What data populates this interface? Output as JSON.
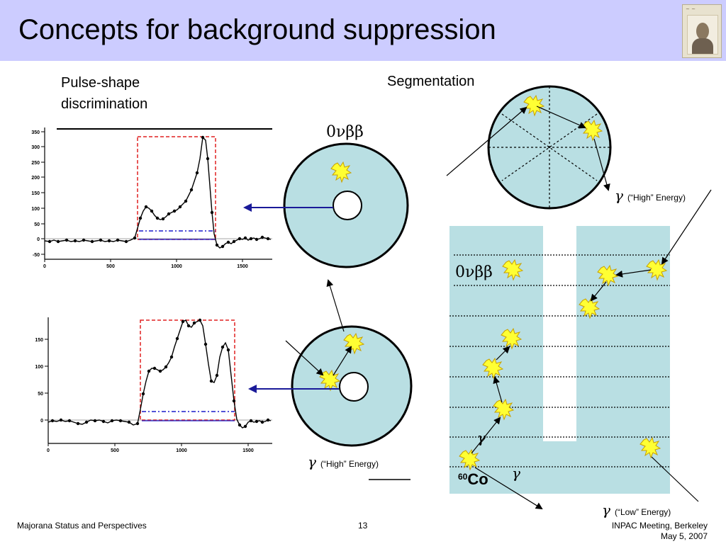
{
  "slide": {
    "title": "Concepts for background suppression"
  },
  "left_section": {
    "label_line1": "Pulse-shape",
    "label_line2": "discrimination",
    "top_plot": {
      "y_ticks": [
        "350",
        "300",
        "250",
        "200",
        "150",
        "100",
        "50",
        "0",
        "-50"
      ],
      "x_ticks": [
        "0",
        "500",
        "1000",
        "1500"
      ]
    },
    "bottom_plot": {
      "y_ticks": [
        "150",
        "100",
        "50",
        "0"
      ],
      "x_ticks": [
        "0",
        "500",
        "1000",
        "1500"
      ]
    }
  },
  "middle_section": {
    "top_detector_label": "0νββ",
    "bottom_gamma_symbol": "γ",
    "bottom_gamma_text": "(“High” Energy)"
  },
  "right_section": {
    "label": "Segmentation",
    "top_gamma_symbol": "γ",
    "top_gamma_text": "(“High” Energy)",
    "stack_label": "0νββ",
    "gamma_a": "γ",
    "gamma_b": "γ",
    "source_mass": "60",
    "source_element": "Co",
    "low_gamma_symbol": "γ",
    "low_gamma_text": "(“Low” Energy)"
  },
  "footer": {
    "left": "Majorana  Status and Perspectives",
    "page_number": "13",
    "right_line1": "INPAC Meeting, Berkeley",
    "right_line2": "May 5, 2007"
  },
  "colors": {
    "title_bar": "#ccccff",
    "detector_fill": "#b9dfe3",
    "pulse_window": "#e02020",
    "baseline_marker": "#1a1acc",
    "hit_star": "#ffff33"
  }
}
